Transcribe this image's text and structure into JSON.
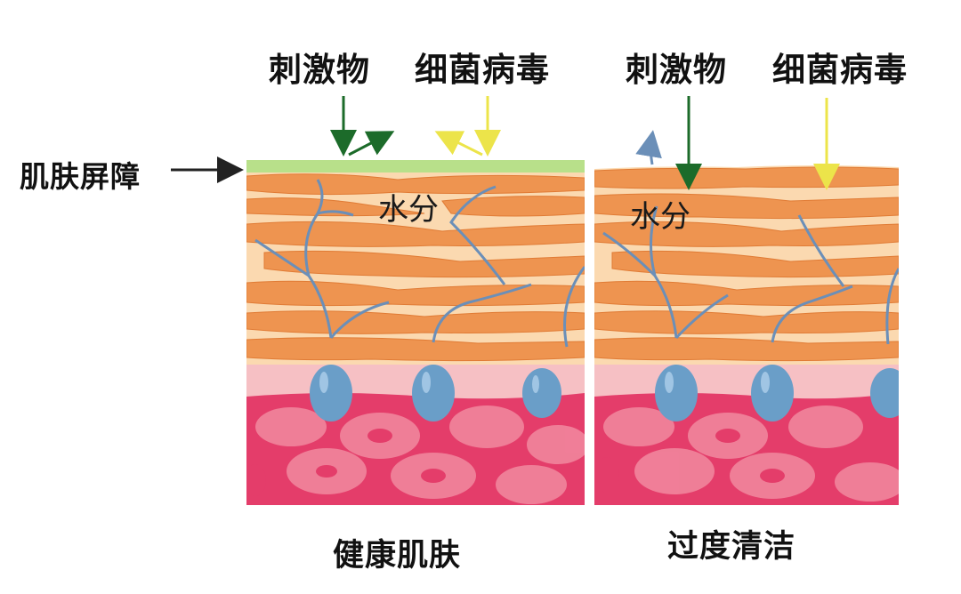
{
  "labels": {
    "barrier": "肌肤屏障",
    "left_irritant": "刺激物",
    "left_bacteria": "细菌病毒",
    "right_irritant": "刺激物",
    "right_bacteria": "细菌病毒",
    "left_water": "水分",
    "right_water": "水分",
    "left_caption": "健康肌肤",
    "right_caption": "过度清洁"
  },
  "panels": [
    {
      "id": "healthy-skin",
      "caption": "健康肌肤",
      "has_barrier": true,
      "irritant_arrow": "deflected",
      "bacteria_arrow": "deflected"
    },
    {
      "id": "over-cleansed-skin",
      "caption": "过度清洁",
      "has_barrier": false,
      "irritant_arrow": "penetrates",
      "bacteria_arrow": "penetrates"
    }
  ],
  "colors": {
    "barrier": "#b8e08a",
    "corneum": "#f0a060",
    "corneum_dark": "#e07b35",
    "lipid": "#fbd9b0",
    "dermis_pale": "#f6c0c4",
    "dermis": "#e43d6a",
    "cell": "#f28aa0",
    "droplet": "#6a9ec8",
    "irritant_arrow": "#1c6b2a",
    "bacteria_arrow": "#ece44a",
    "water_arrow": "#6b8fb8"
  }
}
